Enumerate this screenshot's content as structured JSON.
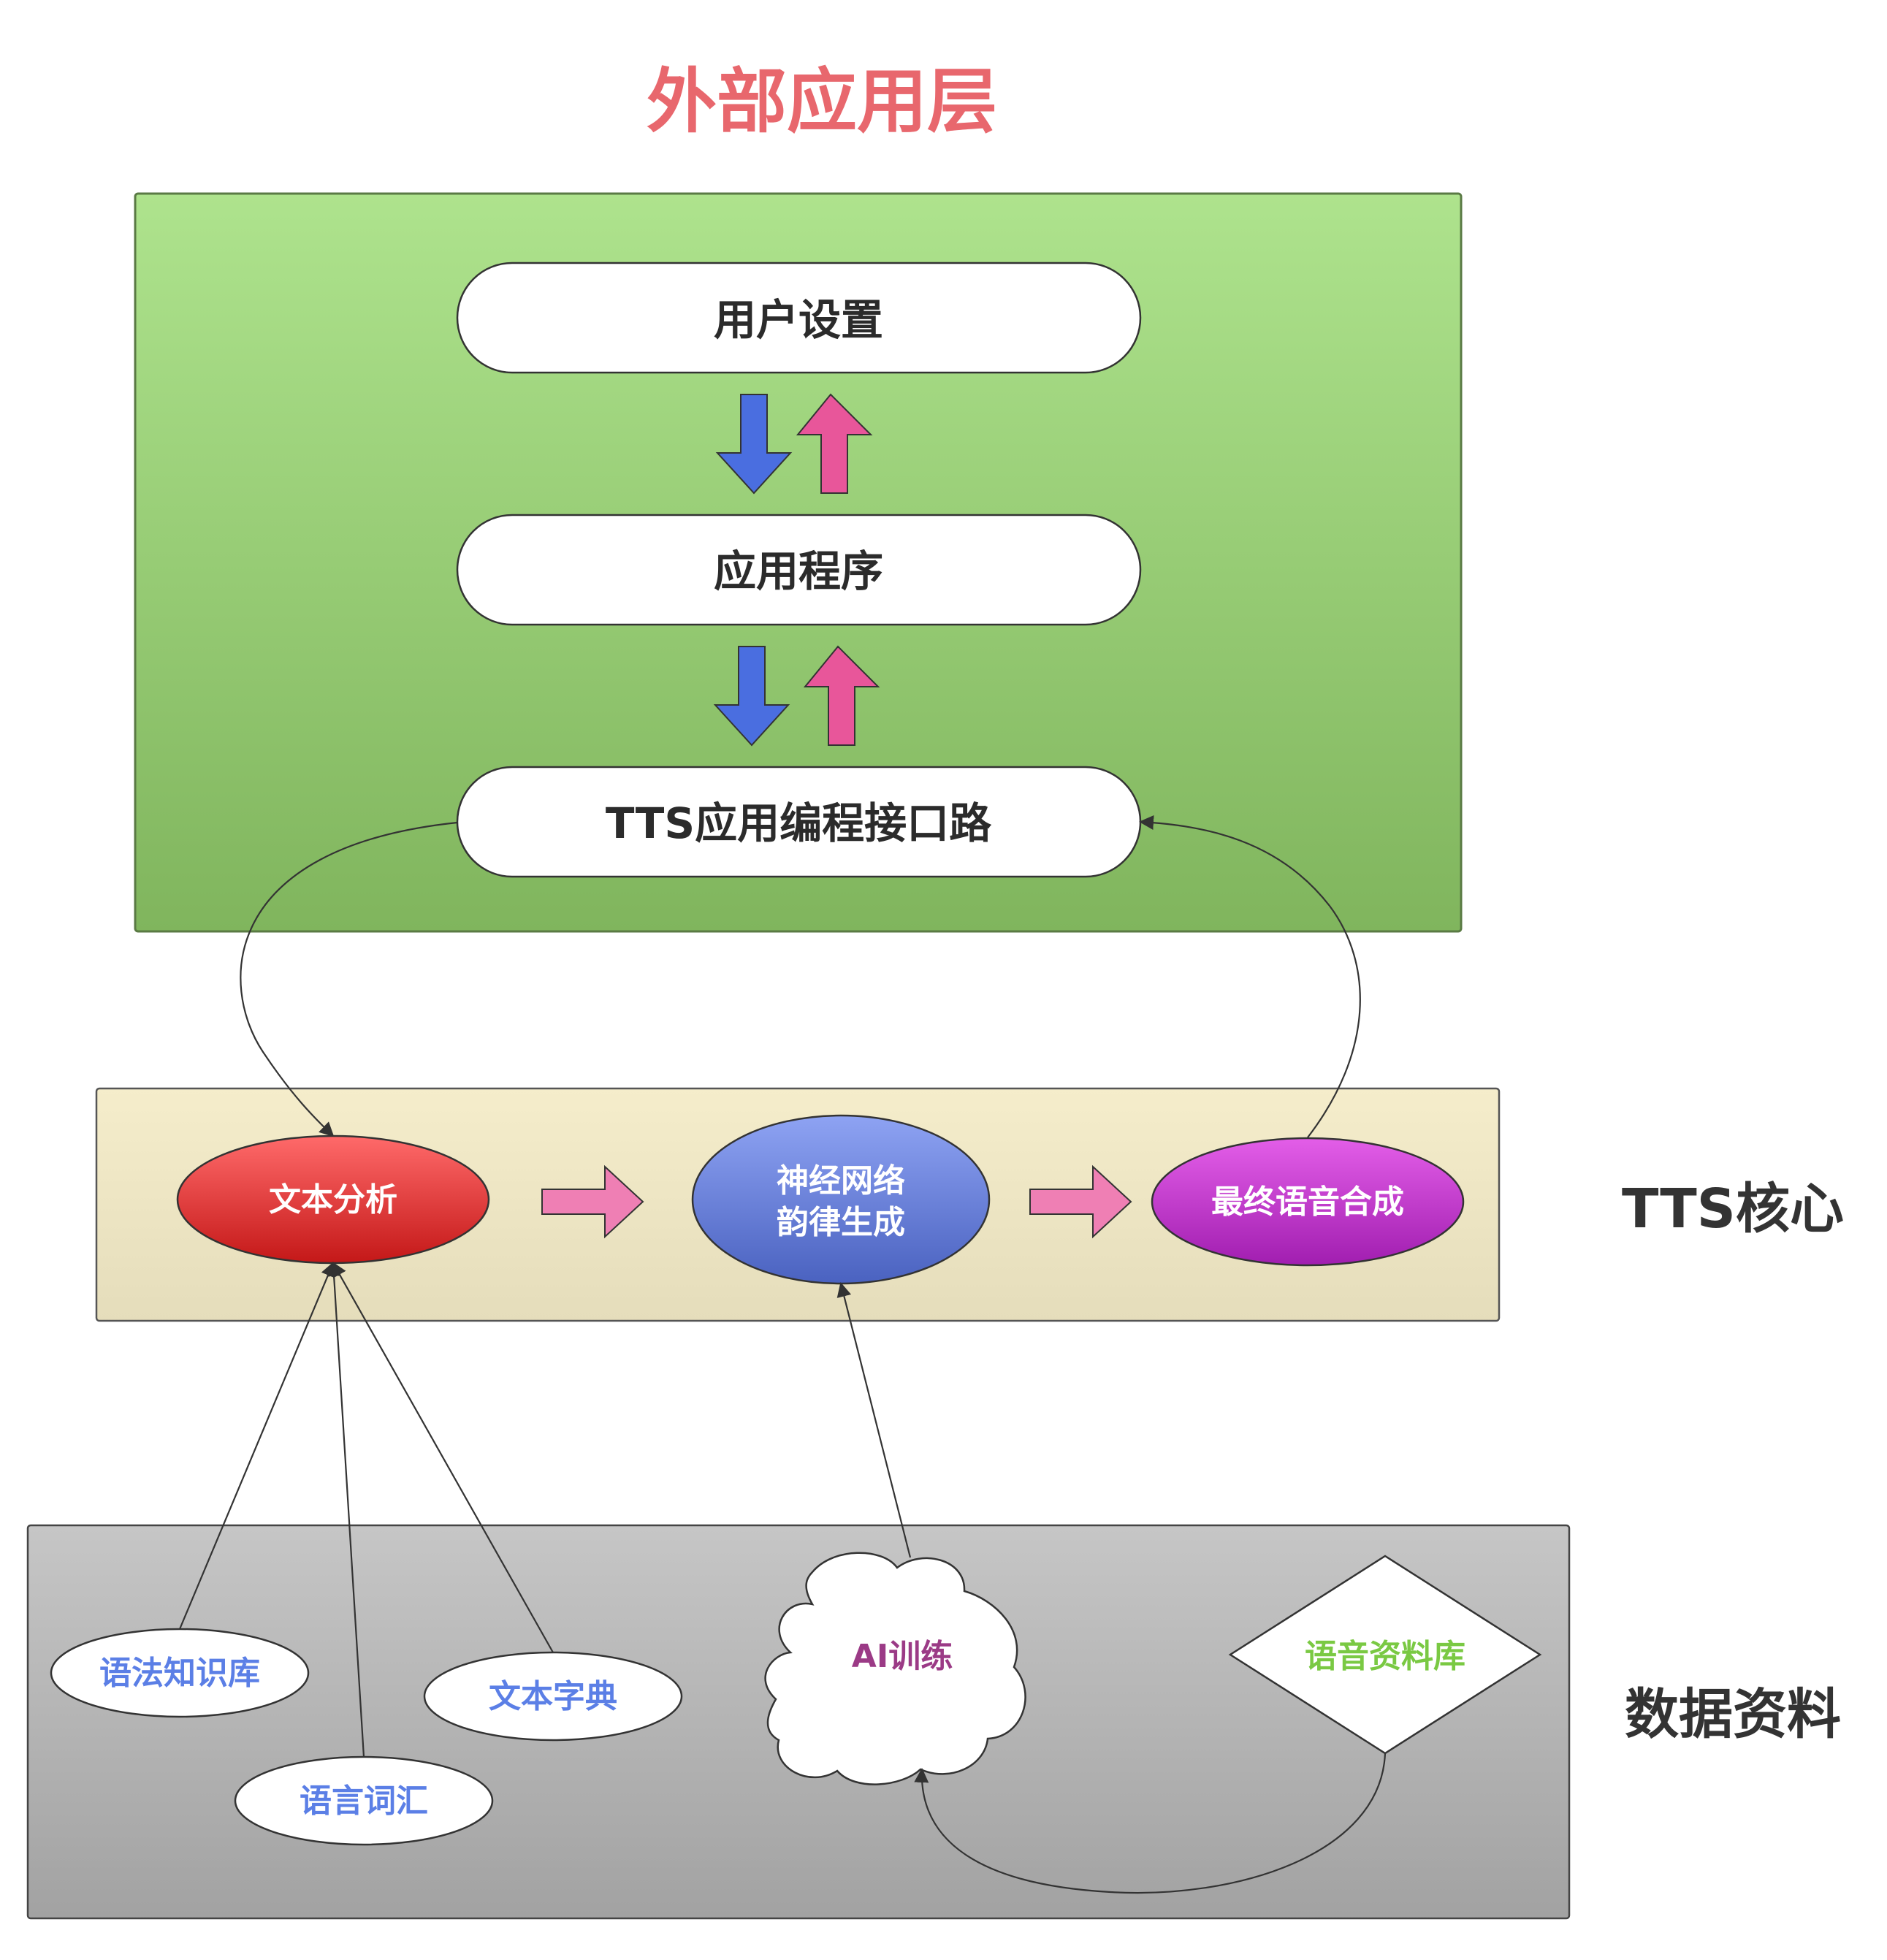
{
  "title": "外部应用层",
  "layers": {
    "app": {
      "items": [
        "用户设置",
        "应用程序",
        "TTS应用编程接口路"
      ]
    },
    "core": {
      "label": "TTS核心",
      "nodes": [
        {
          "lines": [
            "文本分析"
          ]
        },
        {
          "lines": [
            "神经网络",
            "韵律生成"
          ]
        },
        {
          "lines": [
            "最终语音合成"
          ]
        }
      ]
    },
    "data": {
      "label": "数据资料",
      "ellipses": [
        "语法知识库",
        "文本字典",
        "语言词汇"
      ],
      "cloud": "AI训练",
      "diamond": "语音资料库"
    }
  },
  "colors": {
    "title": "#e8676d",
    "app_bg_top": "#aee38d",
    "app_bg_bottom": "#80b55d",
    "core_bg_top": "#f5edcb",
    "core_bg_bottom": "#e7dfbd",
    "data_bg_top": "#c4c4c4",
    "data_bg_bottom": "#a3a3a3",
    "arrow_down": "#4a6ee0",
    "arrow_up": "#e8569a",
    "flow_arrow": "#ef7fb4",
    "node_text": "#5b7fe6",
    "ai_text": "#9b3a86",
    "corpus_text": "#7ac943"
  }
}
